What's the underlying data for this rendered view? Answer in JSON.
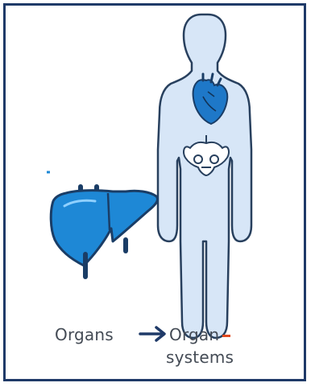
{
  "captions": {
    "left": "Organs",
    "right_line1": "Organ",
    "right_line2": "systems"
  },
  "colors": {
    "border": "#1f3a68",
    "liver_blue": "#1e88d6",
    "body_fill": "#d7e6f7",
    "body_stroke": "#28405e",
    "heart_blue": "#1e78c8",
    "arrow": "#1f3a68",
    "dash": "#e0491f"
  },
  "icons": {
    "arrow": "right-arrow-icon",
    "liver": "liver-icon",
    "body": "human-body-icon",
    "heart": "heart-icon",
    "pelvis": "pelvis-icon"
  }
}
